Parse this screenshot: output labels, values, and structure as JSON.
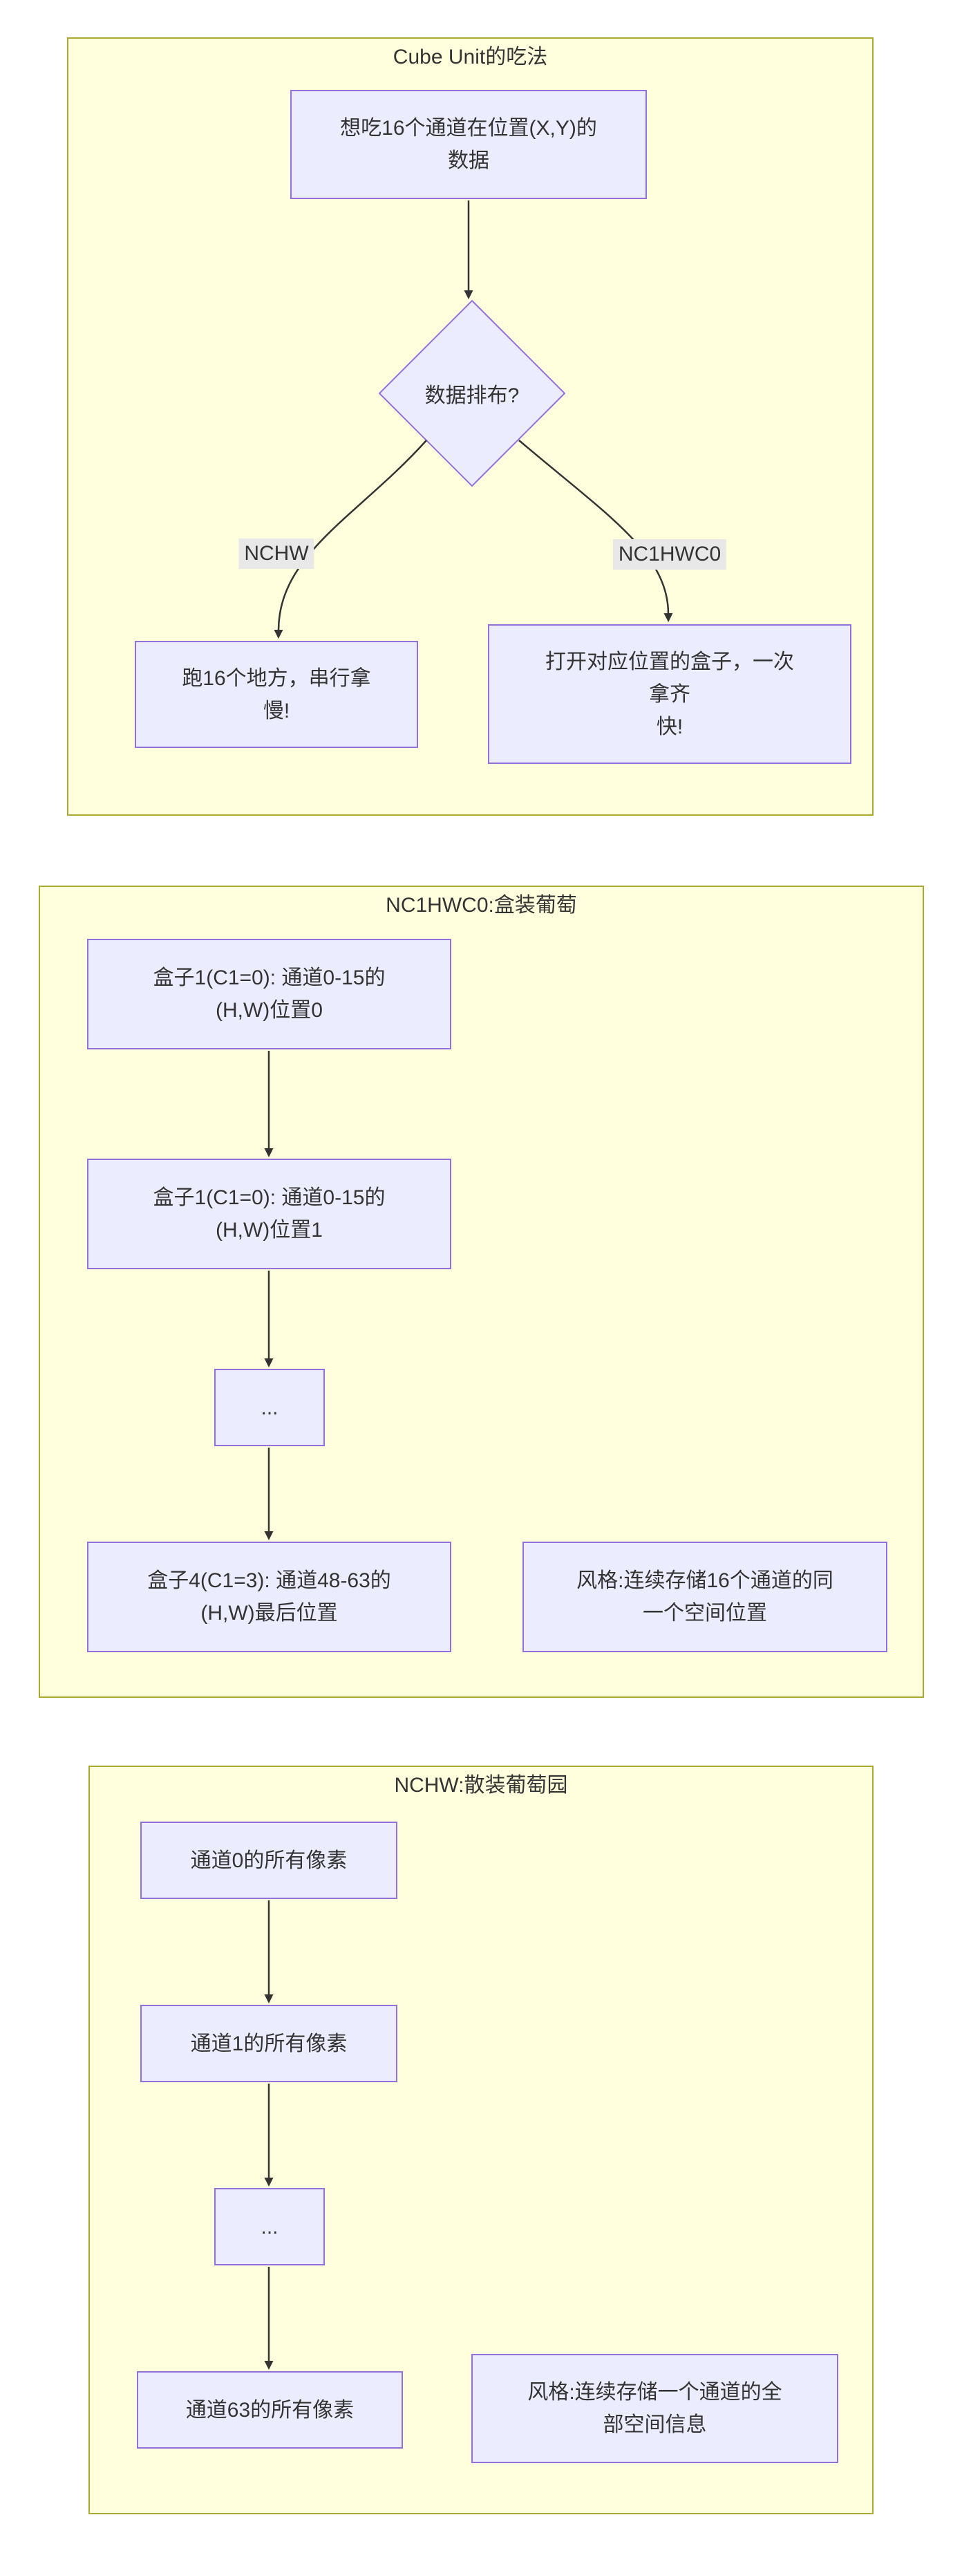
{
  "colors": {
    "node_fill": "#ECECFF",
    "node_border": "#9370DB",
    "cluster_fill": "#ffffde",
    "cluster_border": "#aaaa33",
    "edge_label_bg": "#e8e8e8",
    "text": "#333333",
    "arrow": "#333333",
    "page_bg": "#ffffff"
  },
  "panel1": {
    "title": "Cube Unit的吃法",
    "node_start": {
      "lines": [
        "想吃16个通道在位置(X,Y)的",
        "数据"
      ]
    },
    "decision": {
      "label": "数据排布?"
    },
    "edge_labels": {
      "left": "NCHW",
      "right": "NC1HWC0"
    },
    "node_nchw": {
      "lines": [
        "跑16个地方，串行拿",
        "慢!"
      ]
    },
    "node_nc1hwc0": {
      "lines": [
        "打开对应位置的盒子，一次",
        "拿齐",
        "快!"
      ]
    }
  },
  "panel2": {
    "title": "NC1HWC0:盒装葡萄",
    "boxes": [
      {
        "lines": [
          "盒子1(C1=0): 通道0-15的",
          "(H,W)位置0"
        ]
      },
      {
        "lines": [
          "盒子1(C1=0): 通道0-15的",
          "(H,W)位置1"
        ]
      },
      {
        "lines": [
          "..."
        ]
      },
      {
        "lines": [
          "盒子4(C1=3): 通道48-63的",
          "(H,W)最后位置"
        ]
      }
    ],
    "note": {
      "lines": [
        "风格:连续存储16个通道的同",
        "一个空间位置"
      ]
    }
  },
  "panel3": {
    "title": "NCHW:散装葡萄园",
    "boxes": [
      {
        "lines": [
          "通道0的所有像素"
        ]
      },
      {
        "lines": [
          "通道1的所有像素"
        ]
      },
      {
        "lines": [
          "..."
        ]
      },
      {
        "lines": [
          "通道63的所有像素"
        ]
      }
    ],
    "note": {
      "lines": [
        "风格:连续存储一个通道的全",
        "部空间信息"
      ]
    }
  }
}
